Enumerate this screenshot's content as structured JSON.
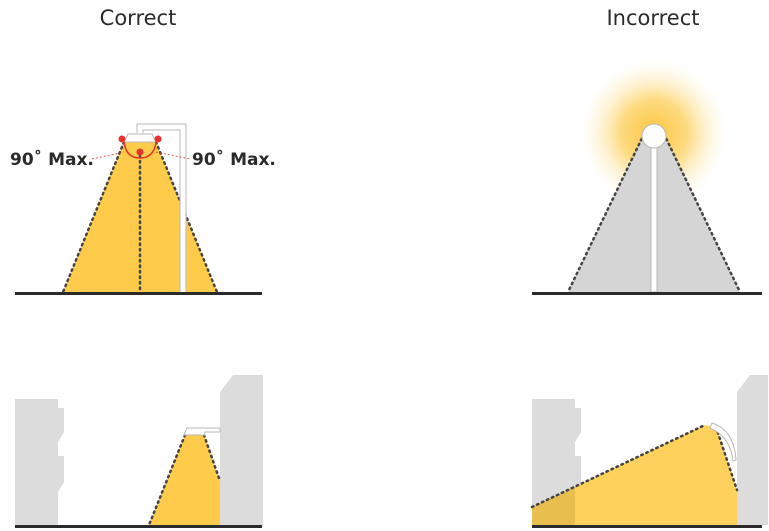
{
  "headings": {
    "correct": "Correct",
    "incorrect": "Incorrect"
  },
  "annotations": {
    "left_angle": "90˚ Max.",
    "right_angle": "90˚ Max."
  },
  "colors": {
    "light": "#fecc4a",
    "glow": "#fdd46a",
    "grey_cone": "#d5d5d5",
    "building": "#dcdcdc",
    "ground": "#2b2b2b",
    "marker": "#e8332a",
    "dots": "#444444"
  }
}
